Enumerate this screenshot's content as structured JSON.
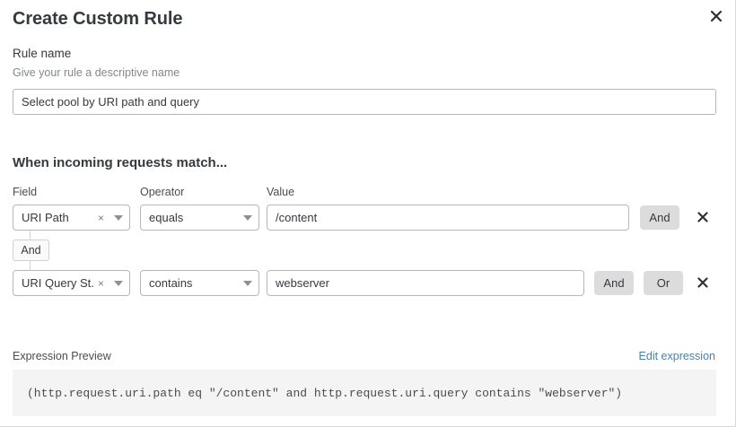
{
  "dialog": {
    "title": "Create Custom Rule",
    "close_icon": "close-icon"
  },
  "rule_name": {
    "label": "Rule name",
    "help": "Give your rule a descriptive name",
    "value": "Select pool by URI path and query",
    "placeholder": "Rule name"
  },
  "match": {
    "heading": "When incoming requests match...",
    "columns": {
      "field": "Field",
      "operator": "Operator",
      "value": "Value"
    },
    "connector_label": "And",
    "rows": [
      {
        "field": "URI Path",
        "operator": "equals",
        "value": "/content",
        "clear_glyph": "×",
        "buttons": [
          "And"
        ],
        "delete_label": "delete-condition"
      },
      {
        "field": "URI Query St...",
        "operator": "contains",
        "value": "webserver",
        "clear_glyph": "×",
        "buttons": [
          "And",
          "Or"
        ],
        "delete_label": "delete-condition"
      }
    ]
  },
  "expression": {
    "label": "Expression Preview",
    "edit_link": "Edit expression",
    "code": "(http.request.uri.path eq \"/content\" and http.request.uri.query contains \"webserver\")"
  },
  "colors": {
    "text": "#36393d",
    "muted": "#82888c",
    "border": "#b5b7b9",
    "button_bg": "#dcdcdc",
    "link": "#4a80a8",
    "code_bg": "#f4f4f4"
  }
}
